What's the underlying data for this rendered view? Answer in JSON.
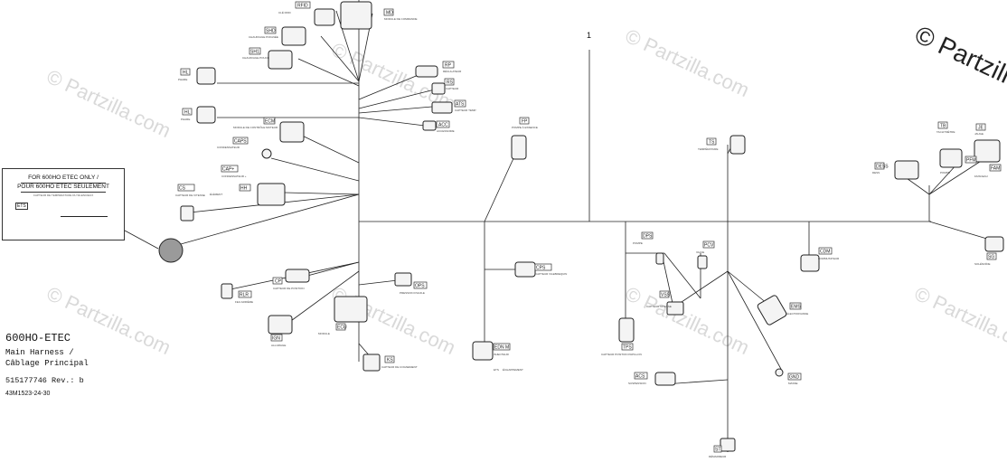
{
  "model": "600HO-ETEC",
  "title_line1": "Main Harness /",
  "title_line2": "Câblage Principal",
  "part_number": "515177746 Rev.: b",
  "ref_code": "43M1523-24-30",
  "callout_number": "1",
  "watermark": "© Partzilla.com",
  "watermark_corner": "© Partzilla",
  "note": {
    "line1": "FOR 600HO ETEC ONLY /",
    "line2": "POUR 600HO ETEC SEULEMENT",
    "sensor_desc": "CAPTEUR DE TEMPÉRATURE DU SILENCIEUX",
    "connector_tag": "ETS"
  },
  "connectors": [
    {
      "tag": "RFID",
      "desc": "CLÉ RFID"
    },
    {
      "tag": "MD",
      "desc": "MODULE DE COMMANDE"
    },
    {
      "tag": "SHD",
      "desc": "CHAUFFAGE POIGNÉE"
    },
    {
      "tag": "SH1",
      "desc": "CHAUFFAGE POUCE"
    },
    {
      "tag": "HL",
      "desc": "PHARE"
    },
    {
      "tag": "RP",
      "desc": "RÉGULATEUR"
    },
    {
      "tag": "RS",
      "desc": "CAPTEUR"
    },
    {
      "tag": "ATS",
      "desc": "CAPTEUR TEMP."
    },
    {
      "tag": "ACC",
      "desc": "ACCESSOIRE"
    },
    {
      "tag": "HL",
      "desc": "PHARE"
    },
    {
      "tag": "ECM",
      "desc": "MODULE DE CONTRÔLE MOTEUR"
    },
    {
      "tag": "CAPS",
      "desc": "CONDENSATEUR"
    },
    {
      "tag": "CAP+",
      "desc": "CONDENSATEUR +"
    },
    {
      "tag": "HH",
      "desc": "ÉLÉMENT"
    },
    {
      "tag": "CS",
      "desc": "CAPTEUR DE VITESSE"
    },
    {
      "tag": "FP",
      "desc": "POMPE À ESSENCE"
    },
    {
      "tag": "TS",
      "desc": "TEMPÉRATURE"
    },
    {
      "tag": "TB",
      "desc": "TACHYMÈTRE"
    },
    {
      "tag": "JE",
      "desc": "JAUGE"
    },
    {
      "tag": "RLR",
      "desc": "FEU ARRIÈRE"
    },
    {
      "tag": "CP",
      "desc": "CAPTEUR DE POSITION"
    },
    {
      "tag": "OPS",
      "desc": "PRESSION D'HUILE"
    },
    {
      "tag": "ECU",
      "desc": "MODULE"
    },
    {
      "tag": "IGN",
      "desc": "ALLUMAGE"
    },
    {
      "tag": "ETS",
      "desc": "ÉCHAPPEMENT"
    },
    {
      "tag": "CPS",
      "desc": "CAPTEUR VILEBREQUIN"
    },
    {
      "tag": "KS",
      "desc": "CAPTEUR DE COGNEMENT"
    },
    {
      "tag": "EDN M",
      "desc": "INJECTEUR"
    },
    {
      "tag": "DPS",
      "desc": "POMPE"
    },
    {
      "tag": "PCV",
      "desc": "VALVE"
    },
    {
      "tag": "TPS",
      "desc": "CAPTEUR POSITION PAPILLON"
    },
    {
      "tag": "ACS",
      "desc": "SUSPENSION"
    },
    {
      "tag": "EMS",
      "desc": "ÉLECTROVANNE"
    },
    {
      "tag": "VSS",
      "desc": "CAPTEUR VITESSE"
    },
    {
      "tag": "GND",
      "desc": "MASSE"
    },
    {
      "tag": "DESS",
      "desc": "DESS"
    },
    {
      "tag": "PFM",
      "desc": "POMPE"
    },
    {
      "tag": "FAM",
      "desc": "FAISCEAU"
    },
    {
      "tag": "CDM",
      "desc": "COMMUTATEUR"
    },
    {
      "tag": "ST",
      "desc": "DÉMARREUR"
    },
    {
      "tag": "SG",
      "desc": "SOLÉNOÏDE"
    }
  ]
}
